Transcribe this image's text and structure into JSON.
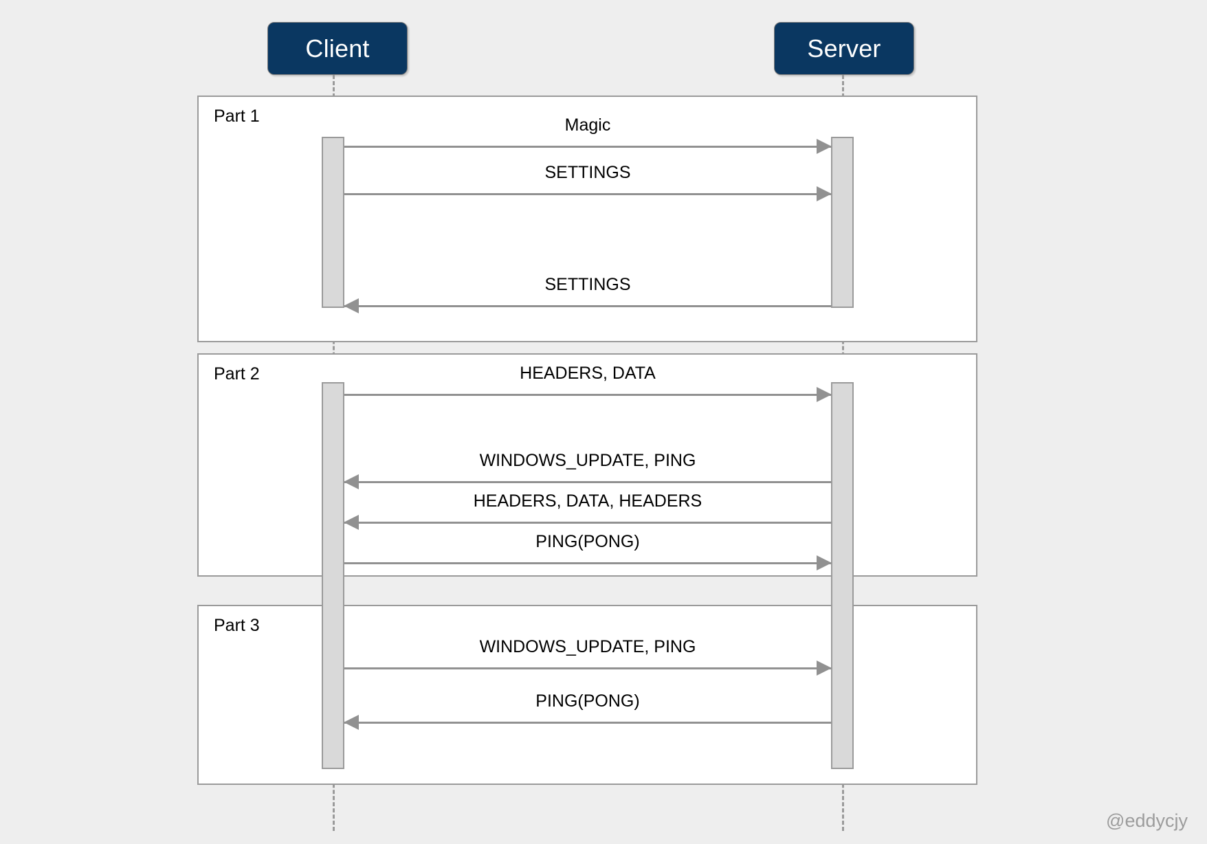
{
  "diagram": {
    "type": "sequence-diagram",
    "title_watermark": "@eddycjy",
    "participants": [
      {
        "id": "client",
        "label": "Client"
      },
      {
        "id": "server",
        "label": "Server"
      }
    ],
    "colors": {
      "participant_fill": "#0a3761",
      "participant_text": "#ffffff",
      "frame_border": "#9a9a9a",
      "frame_fill": "#ffffff",
      "activation_fill": "#d9d9d9",
      "arrow": "#919191",
      "page_background": "#eeeeee",
      "watermark_text": "#9c9c9c"
    },
    "parts": [
      {
        "id": "part1",
        "label": "Part 1",
        "messages": [
          {
            "id": "p1-magic",
            "label": "Magic",
            "from": "client",
            "to": "server",
            "direction": "right"
          },
          {
            "id": "p1-settings1",
            "label": "SETTINGS",
            "from": "client",
            "to": "server",
            "direction": "right"
          },
          {
            "id": "p1-settings2",
            "label": "SETTINGS",
            "from": "server",
            "to": "client",
            "direction": "left"
          }
        ]
      },
      {
        "id": "part2",
        "label": "Part 2",
        "messages": [
          {
            "id": "p2-headers-data",
            "label": "HEADERS, DATA",
            "from": "client",
            "to": "server",
            "direction": "right"
          },
          {
            "id": "p2-windows-update",
            "label": "WINDOWS_UPDATE, PING",
            "from": "server",
            "to": "client",
            "direction": "left"
          },
          {
            "id": "p2-headers-data-head",
            "label": "HEADERS, DATA, HEADERS",
            "from": "server",
            "to": "client",
            "direction": "left"
          },
          {
            "id": "p2-ping-pong",
            "label": "PING(PONG)",
            "from": "client",
            "to": "server",
            "direction": "right"
          }
        ]
      },
      {
        "id": "part3",
        "label": "Part 3",
        "messages": [
          {
            "id": "p3-windows-update",
            "label": "WINDOWS_UPDATE, PING",
            "from": "client",
            "to": "server",
            "direction": "right"
          },
          {
            "id": "p3-ping-pong",
            "label": "PING(PONG)",
            "from": "server",
            "to": "client",
            "direction": "left"
          }
        ]
      }
    ]
  }
}
